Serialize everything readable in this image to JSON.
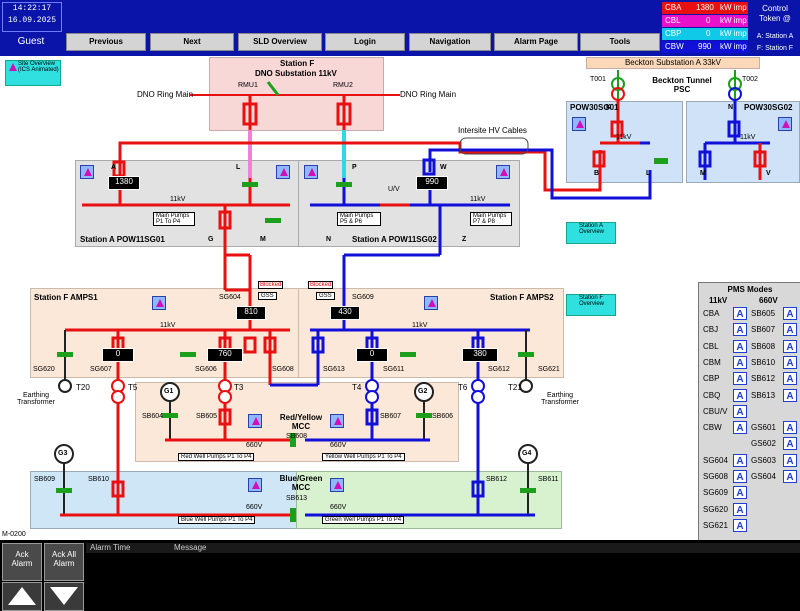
{
  "header": {
    "time": "14:22:17",
    "date": "16.09.2025",
    "user": "Guest",
    "nav": [
      "Previous",
      "Next",
      "SLD Overview",
      "Login",
      "Navigation",
      "Alarm Page",
      "Tools"
    ],
    "kw_panel": [
      {
        "name": "CBA",
        "value": "1380",
        "unit": "kW imp",
        "color": "#e81010"
      },
      {
        "name": "CBL",
        "value": "0",
        "unit": "kW imp",
        "color": "#e810c8"
      },
      {
        "name": "CBP",
        "value": "0",
        "unit": "kW imp",
        "color": "#10c8e8"
      },
      {
        "name": "CBW",
        "value": "990",
        "unit": "kW imp",
        "color": "#1010d8"
      }
    ],
    "token_title": "Control Token @",
    "token_a": "A: Station A",
    "token_f": "F: Station F"
  },
  "site_overview": "Site Overview (ICS Animated)",
  "station_f_sub": {
    "title1": "Station F",
    "title2": "DNO Substation 11kV",
    "rmu1": "RMU1",
    "rmu2": "RMU2",
    "dno_left": "DNO Ring Main",
    "dno_right": "DNO Ring Main"
  },
  "beckton": {
    "title": "Beckton Substation A 33kV",
    "tunnel": "Beckton Tunnel PSC",
    "t001": "T001",
    "t002": "T002",
    "sg01": "POW30SG01",
    "sg02": "POW30SG02",
    "kv1": "11kV",
    "kv2": "11kV",
    "k": "K",
    "n": "N",
    "b": "B",
    "l": "L",
    "m": "M",
    "v": "V"
  },
  "intersite": "Intersite HV Cables",
  "station_a": {
    "sg01": "Station A POW11SG01",
    "sg02": "Station A POW11SG02",
    "val_a": "1380",
    "val_w": "990",
    "kv1": "11kV",
    "kv2": "11kV",
    "uv": "U/V",
    "pumps1": "Main Pumps P1 To P4",
    "pumps2": "Main Pumps P5 & P6",
    "pumps3": "Main Pumps P7 & P8",
    "labels": {
      "a": "A",
      "l": "L",
      "p": "P",
      "w": "W",
      "g": "G",
      "m": "M",
      "n": "N",
      "z": "Z"
    },
    "overview": "Station A Overview"
  },
  "station_f": {
    "amps1": "Station F AMPS1",
    "amps2": "Station F AMPS2",
    "sg604": "SG604",
    "sg609": "SG609",
    "val604": "810",
    "val609": "430",
    "blocked": "Blocked",
    "gss": "GSS",
    "kv1": "11kV",
    "kv2": "11kV",
    "sg620": "SG620",
    "sg607": "SG607",
    "sg606": "SG606",
    "sg608": "SG608",
    "sg613": "SG613",
    "sg611": "SG611",
    "sg612": "SG612",
    "sg621": "SG621",
    "v607": "0",
    "v606": "760",
    "v611": "0",
    "v612": "380",
    "t20": "T20",
    "t21": "T21",
    "t5": "T5",
    "t3": "T3",
    "t4": "T4",
    "t6": "T6",
    "g1": "G1",
    "g2": "G2",
    "g3": "G3",
    "g4": "G4",
    "earth_l": "Earthing Transformer",
    "earth_r": "Earthing Transformer",
    "overview": "Station F Overview"
  },
  "mcc_ry": {
    "title": "Red/Yellow MCC",
    "sb604": "SB604",
    "sb605": "SB605",
    "sb607": "SB607",
    "sb606": "SB606",
    "sb608": "SB608",
    "v1": "660V",
    "v2": "660V",
    "red_pumps": "Red Well Pumps P1 To P4",
    "yellow_pumps": "Yellow Well Pumps P1 To P4"
  },
  "mcc_bg": {
    "title": "Blue/Green MCC",
    "sb609": "SB609",
    "sb610": "SB610",
    "sb612": "SB612",
    "sb611": "SB611",
    "sb613": "SB613",
    "v1": "660V",
    "v2": "660V",
    "blue_pumps": "Blue Well Pumps P1 To P4",
    "green_pumps": "Green Well Pumps P1 To P4"
  },
  "pms": {
    "title": "PMS Modes",
    "col1": "11kV",
    "col2": "660V",
    "left": [
      "CBA",
      "CBJ",
      "CBL",
      "CBM",
      "CBP",
      "CBQ",
      "CBU/V",
      "CBW",
      "",
      "SG604",
      "SG608",
      "SG609",
      "SG620",
      "SG621"
    ],
    "right": [
      "SB605",
      "SB607",
      "SB608",
      "SB610",
      "SB612",
      "SB613",
      "",
      "GS601",
      "GS602",
      "GS603",
      "GS604",
      "",
      "",
      ""
    ],
    "mode": "A"
  },
  "footer": {
    "screen_id": "M-0200",
    "ack": "Ack Alarm",
    "ack_all": "Ack All Alarm",
    "alarm_time": "Alarm Time",
    "message": "Message"
  }
}
